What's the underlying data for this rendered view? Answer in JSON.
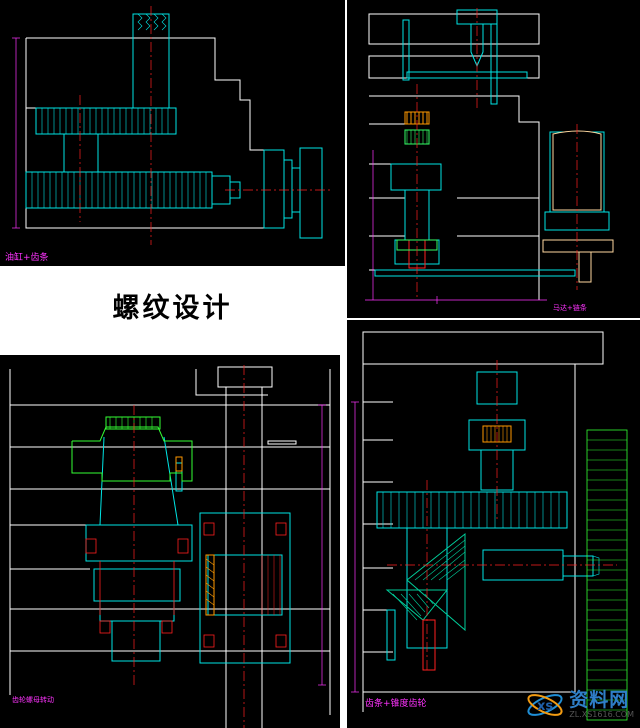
{
  "title": "螺纹设计",
  "panels": {
    "p1_label": "油缸+齿条",
    "p2_label": "马达+链条",
    "p3_label": "齿轮螺母转动",
    "p4_label": "齿条+锥度齿轮"
  },
  "watermark": {
    "name": "资料网",
    "url": "ZL.XS1616.COM",
    "logo": "xs-atom-logo"
  },
  "colors": {
    "background": "#000000",
    "outline": "#ffffff",
    "part": "#00e5e5",
    "centerline": "#ff2020",
    "dimension": "#ff33ff",
    "gear": "#00cc99",
    "motor": "#ffd9a0",
    "cap": "#33ff33",
    "label": "#ff33ff"
  }
}
